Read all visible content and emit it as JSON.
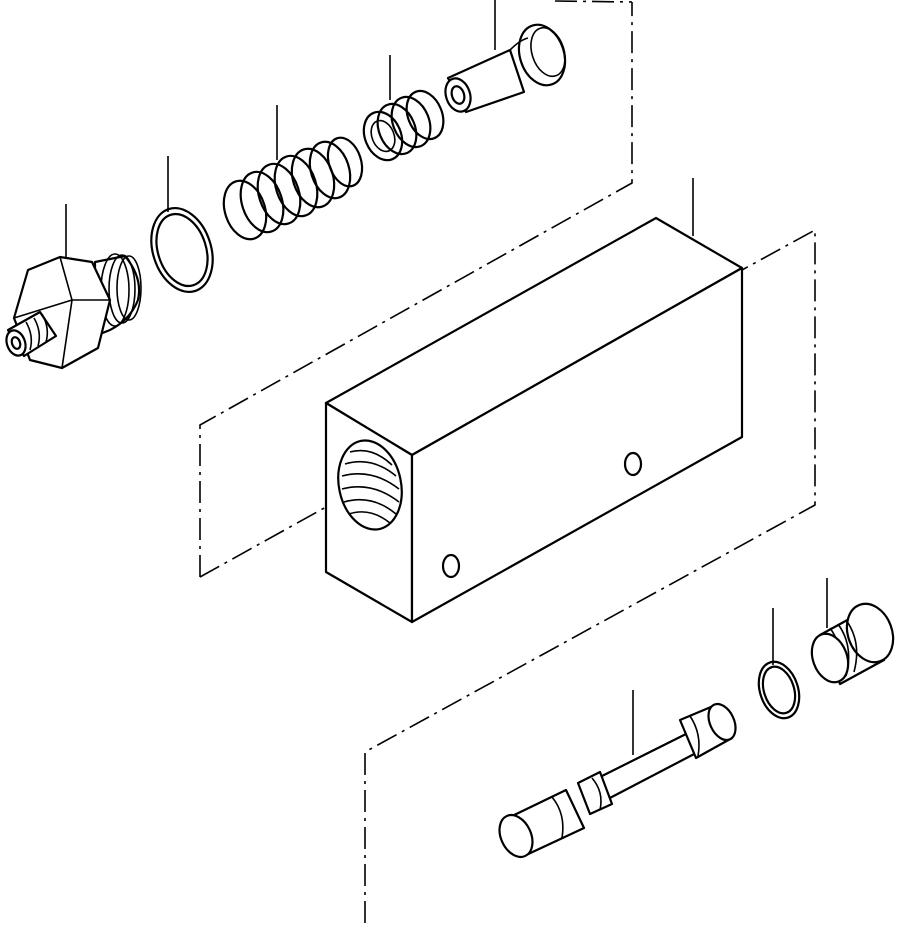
{
  "diagram": {
    "parts": [
      {
        "id": "pressure-switch",
        "type": "hex-body-fitting"
      },
      {
        "id": "o-ring-upper",
        "type": "o-ring"
      },
      {
        "id": "large-spring",
        "type": "coil-spring"
      },
      {
        "id": "small-spring",
        "type": "coil-spring"
      },
      {
        "id": "seat",
        "type": "flanged-sleeve"
      },
      {
        "id": "valve-block",
        "type": "rectangular-block"
      },
      {
        "id": "spool",
        "type": "spool-valve"
      },
      {
        "id": "o-ring-lower",
        "type": "o-ring"
      },
      {
        "id": "plug",
        "type": "threaded-plug"
      }
    ],
    "colors": {
      "line": "#000000",
      "background": "#ffffff"
    }
  }
}
